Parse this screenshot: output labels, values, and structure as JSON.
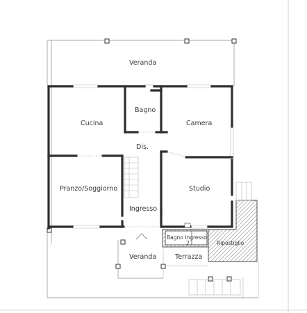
{
  "rooms": {
    "veranda_top": "Veranda",
    "bagno": "Bagno",
    "cucina": "Cucina",
    "camera": "Camera",
    "dis": "Dis.",
    "pranzo": "Pranzo/Soggiorno",
    "studio": "Studio",
    "ingresso": "Ingresso",
    "bagno_ingresso": "Bagno Ingresso",
    "ripostiglio": "Ripostiglio",
    "veranda_bottom": "Veranda",
    "terrazza": "Terrazza"
  },
  "annotations": {
    "hatch_marker": "2"
  },
  "colors": {
    "wall": "#2e2e2e",
    "hatch": "#555555",
    "text": "#3a3a3a"
  }
}
